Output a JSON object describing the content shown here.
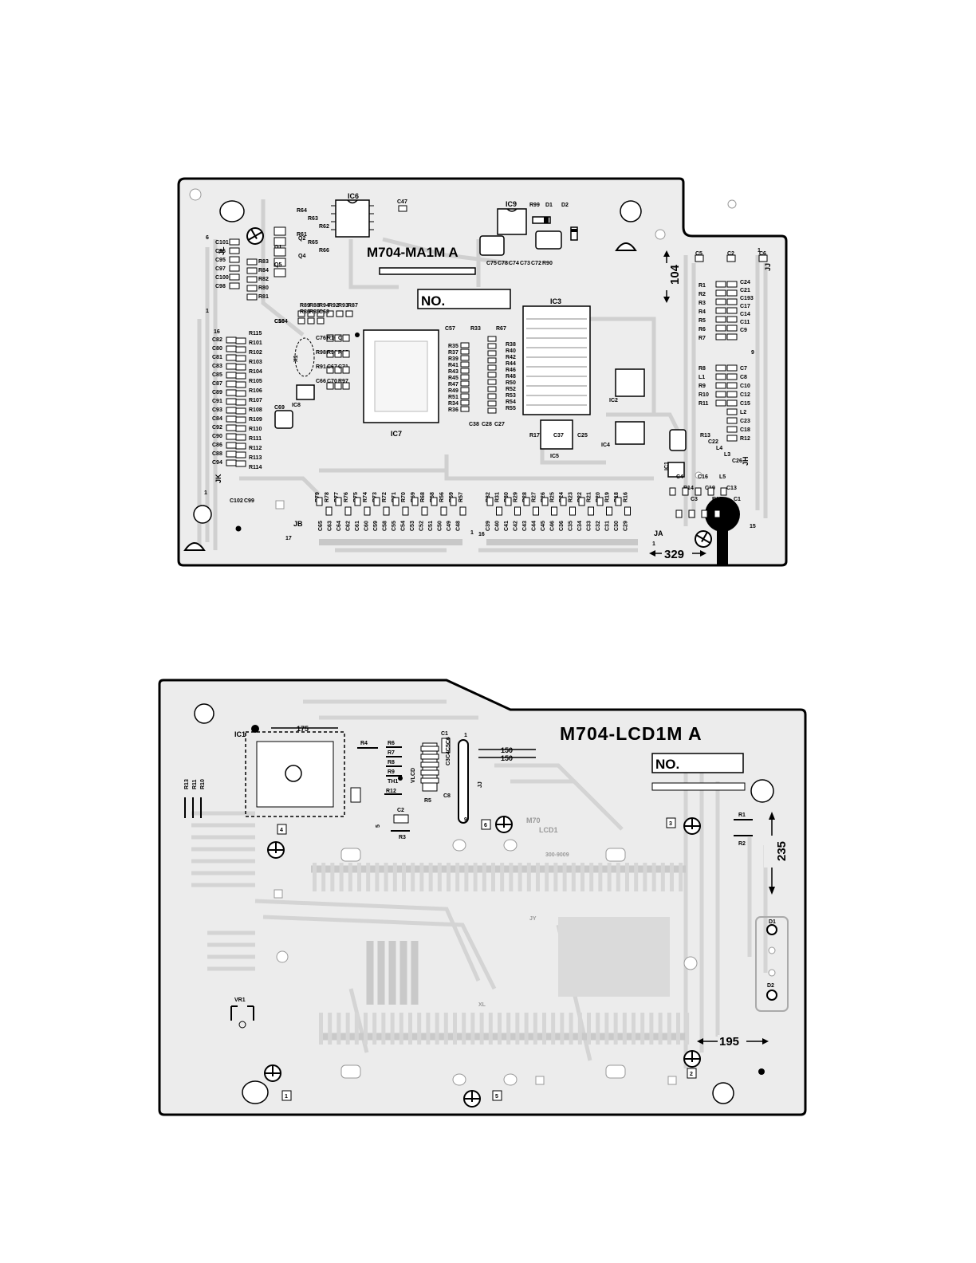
{
  "board_top": {
    "title": "M704-MA1M A",
    "no_label": "NO.",
    "dim_vertical": "104",
    "dim_horizontal": "329",
    "connectors": [
      "JL",
      "JK",
      "JB",
      "JA",
      "JJ",
      "JH"
    ],
    "pins": [
      "6",
      "1",
      "16",
      "1",
      "17",
      "1",
      "16",
      "1",
      "15",
      "9",
      "1"
    ],
    "ics": [
      "IC6",
      "IC9",
      "IC3",
      "IC7",
      "IC8",
      "IC2",
      "IC4",
      "IC5",
      "IC1"
    ],
    "components_left": [
      "C101",
      "C96",
      "C95",
      "C97",
      "C100",
      "C98",
      "R83",
      "R84",
      "R82",
      "R80",
      "R81",
      "Q3",
      "Q2",
      "Q1",
      "Q4",
      "Q5",
      "R64",
      "R63",
      "R62",
      "R61",
      "R65",
      "R66",
      "C56",
      "C104",
      "R115",
      "R101",
      "R102",
      "R103",
      "R104",
      "R105",
      "R106",
      "R107",
      "R108",
      "R109",
      "R110",
      "R111",
      "R112",
      "R113",
      "R114",
      "C82",
      "C80",
      "C81",
      "C83",
      "C85",
      "C87",
      "C89",
      "C91",
      "C93",
      "C84",
      "C92",
      "C90",
      "C86",
      "C88",
      "C94",
      "C102",
      "C99",
      "C69",
      "X1"
    ],
    "components_center": [
      "C47",
      "R99",
      "D1",
      "D2",
      "C75",
      "C78",
      "C74",
      "C73",
      "C72",
      "R90",
      "R89",
      "R88",
      "R94",
      "R92",
      "R93",
      "R87",
      "R86",
      "R85",
      "C68",
      "C76",
      "R100",
      "C77",
      "R98",
      "R96",
      "R95",
      "R91",
      "C67",
      "C71",
      "C66",
      "C70",
      "R97",
      "C57",
      "R33",
      "R67",
      "R35",
      "R37",
      "R39",
      "R41",
      "R43",
      "R45",
      "R47",
      "R49",
      "R51",
      "R34",
      "R36",
      "R38",
      "R40",
      "R42",
      "R44",
      "R46",
      "R48",
      "R50",
      "R52",
      "R53",
      "R54",
      "R55",
      "C38",
      "C28",
      "C27",
      "R17",
      "C37",
      "C25"
    ],
    "components_right": [
      "C5",
      "C2",
      "C6",
      "R1",
      "R2",
      "R3",
      "R4",
      "R5",
      "R6",
      "R7",
      "C24",
      "C21",
      "C193",
      "C17",
      "C14",
      "C11",
      "C9",
      "R8",
      "L1",
      "R9",
      "R10",
      "R11",
      "C7",
      "C8",
      "C10",
      "C12",
      "C15",
      "L2",
      "C23",
      "C18",
      "R12",
      "R13",
      "C22",
      "L4",
      "L3",
      "C26",
      "C4",
      "R14",
      "C3",
      "C16",
      "C19",
      "R15",
      "L5",
      "C13",
      "C1"
    ],
    "components_bottom": [
      "R79",
      "R78",
      "R77",
      "R76",
      "R75",
      "R74",
      "R73",
      "R72",
      "R71",
      "R70",
      "R69",
      "R68",
      "R58",
      "R56",
      "R59",
      "R57",
      "R32",
      "R31",
      "R30",
      "R29",
      "R28",
      "R27",
      "R26",
      "R25",
      "R24",
      "R23",
      "R22",
      "R21",
      "R20",
      "R19",
      "R18",
      "R16",
      "C65",
      "C63",
      "C64",
      "C62",
      "C61",
      "C60",
      "C59",
      "C58",
      "C55",
      "C54",
      "C53",
      "C52",
      "C51",
      "C50",
      "C49",
      "C48",
      "C39",
      "C40",
      "C41",
      "C42",
      "C43",
      "C44",
      "C45",
      "C46",
      "C36",
      "C35",
      "C34",
      "C33",
      "C32",
      "C31",
      "C30",
      "C29"
    ]
  },
  "board_bottom": {
    "title": "M704-LCD1M A",
    "no_label": "NO.",
    "dim_top": "175",
    "dim_150a": "150",
    "dim_150b": "150",
    "dim_right": "235",
    "dim_bottom": "195",
    "components": [
      "IC1",
      "R13",
      "R11",
      "R10",
      "R4",
      "R6",
      "R7",
      "R8",
      "R9",
      "TH1",
      "R12",
      "R5",
      "C1",
      "C2",
      "C3",
      "C4",
      "C5",
      "C6",
      "VLCD",
      "JJ",
      "R3",
      "R1",
      "R2",
      "D1",
      "D2",
      "VR1"
    ],
    "small_marks": [
      "5",
      "1",
      "9",
      "1",
      "300-9009",
      "LCD1",
      "M70",
      "JY",
      "XL"
    ],
    "screw_numbers": [
      "1",
      "2",
      "3",
      "4",
      "5",
      "6"
    ]
  }
}
